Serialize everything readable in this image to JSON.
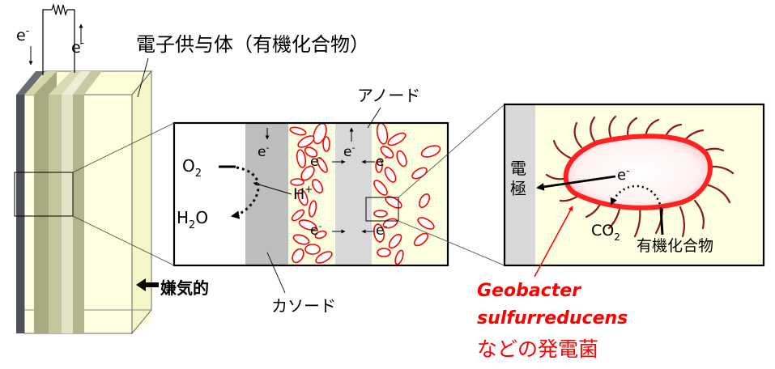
{
  "labels": {
    "e": "e",
    "minus": "-",
    "plus": "+",
    "donor": "電子供与体（有機化合物）",
    "anode": "アノード",
    "cathode": "カソード",
    "anaerobic": "嫌気的",
    "o2": "O",
    "h2o_h": "H",
    "h2o_o": "O",
    "sub2": "2",
    "h": "H",
    "co2": "CO",
    "organic": "有機化合物",
    "electrode_1": "電",
    "electrode_2": "極",
    "geobacter": "Geobacter",
    "sulfurreducens": "sulfurreducens",
    "bacteria": "などの発電菌"
  },
  "colors": {
    "accent_red": "#ff0000",
    "pale_yellow": "#fefee0",
    "gray": "#bdbdbd",
    "olive": "#a9aa82",
    "dark_plate": "#4d4f59"
  }
}
